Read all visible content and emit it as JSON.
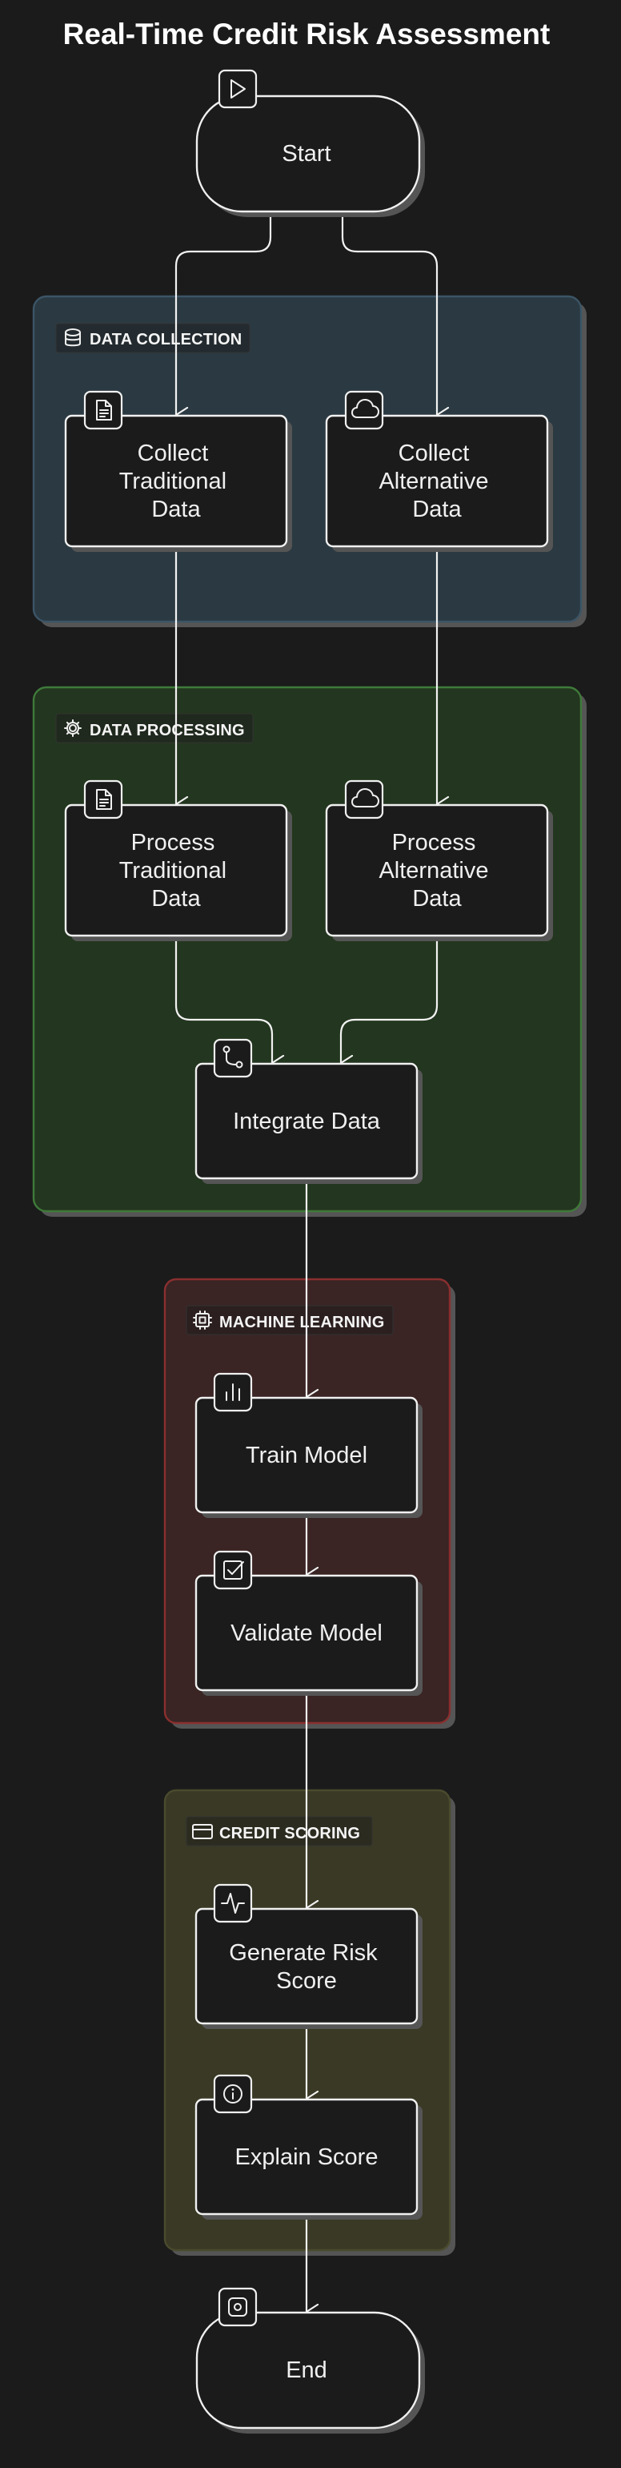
{
  "title": "Real-Time Credit Risk Assessment",
  "groups": {
    "data_collection": {
      "label": "DATA COLLECTION",
      "icon": "database-icon",
      "border": "#3b5566",
      "fill": "#2b3a42"
    },
    "data_processing": {
      "label": "DATA PROCESSING",
      "icon": "gear-icon",
      "border": "#3f7a3a",
      "fill": "#23361f"
    },
    "machine_learning": {
      "label": "MACHINE LEARNING",
      "icon": "cpu-icon",
      "border": "#8a2f2f",
      "fill": "#3a2424"
    },
    "credit_scoring": {
      "label": "CREDIT SCORING",
      "icon": "credit-card-icon",
      "border": "#4a4a2e",
      "fill": "#393925"
    }
  },
  "nodes": {
    "start": {
      "lines": [
        "Start"
      ],
      "icon": "play-icon"
    },
    "collect_traditional": {
      "lines": [
        "Collect",
        "Traditional",
        "Data"
      ],
      "icon": "document-icon"
    },
    "collect_alternative": {
      "lines": [
        "Collect",
        "Alternative",
        "Data"
      ],
      "icon": "cloud-icon"
    },
    "process_traditional": {
      "lines": [
        "Process",
        "Traditional",
        "Data"
      ],
      "icon": "document-icon"
    },
    "process_alternative": {
      "lines": [
        "Process",
        "Alternative",
        "Data"
      ],
      "icon": "cloud-icon"
    },
    "integrate": {
      "lines": [
        "Integrate Data"
      ],
      "icon": "merge-icon"
    },
    "train": {
      "lines": [
        "Train Model"
      ],
      "icon": "bar-chart-icon"
    },
    "validate": {
      "lines": [
        "Validate Model"
      ],
      "icon": "check-square-icon"
    },
    "generate": {
      "lines": [
        "Generate Risk",
        "Score"
      ],
      "icon": "activity-icon"
    },
    "explain": {
      "lines": [
        "Explain Score"
      ],
      "icon": "info-icon"
    },
    "end": {
      "lines": [
        "End"
      ],
      "icon": "stop-icon"
    }
  },
  "edges": [
    [
      "start",
      "collect_traditional"
    ],
    [
      "start",
      "collect_alternative"
    ],
    [
      "collect_traditional",
      "process_traditional"
    ],
    [
      "collect_alternative",
      "process_alternative"
    ],
    [
      "process_traditional",
      "integrate"
    ],
    [
      "process_alternative",
      "integrate"
    ],
    [
      "integrate",
      "train"
    ],
    [
      "train",
      "validate"
    ],
    [
      "validate",
      "generate"
    ],
    [
      "generate",
      "explain"
    ],
    [
      "explain",
      "end"
    ]
  ]
}
